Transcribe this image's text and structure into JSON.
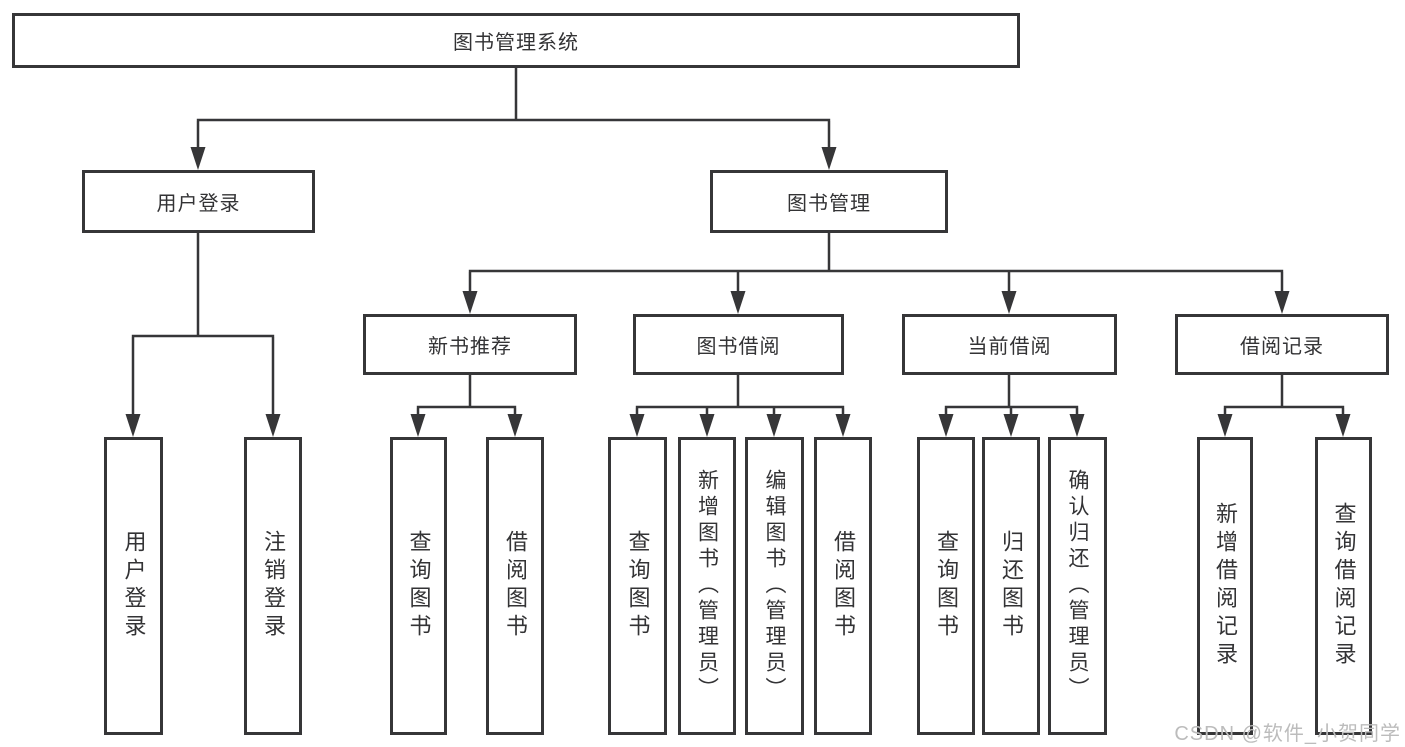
{
  "diagram_title": "图书管理系统",
  "tree": {
    "label": "图书管理系统",
    "children": [
      {
        "label": "用户登录",
        "children": [
          {
            "label": "用户登录"
          },
          {
            "label": "注销登录"
          }
        ]
      },
      {
        "label": "图书管理",
        "children": [
          {
            "label": "新书推荐",
            "children": [
              {
                "label": "查询图书"
              },
              {
                "label": "借阅图书"
              }
            ]
          },
          {
            "label": "图书借阅",
            "children": [
              {
                "label": "查询图书"
              },
              {
                "label": "新增图书（管理员）"
              },
              {
                "label": "编辑图书（管理员）"
              },
              {
                "label": "借阅图书"
              }
            ]
          },
          {
            "label": "当前借阅",
            "children": [
              {
                "label": "查询图书"
              },
              {
                "label": "归还图书"
              },
              {
                "label": "确认归还（管理员）"
              }
            ]
          },
          {
            "label": "借阅记录",
            "children": [
              {
                "label": "新增借阅记录"
              },
              {
                "label": "查询借阅记录"
              }
            ]
          }
        ]
      }
    ]
  },
  "watermark": {
    "text": "CSDN @软件_小贺同学"
  },
  "colors": {
    "line": "#363638",
    "box_border": "#363638",
    "text": "#333335",
    "watermark": "#bcbcbc",
    "background": "#ffffff"
  }
}
